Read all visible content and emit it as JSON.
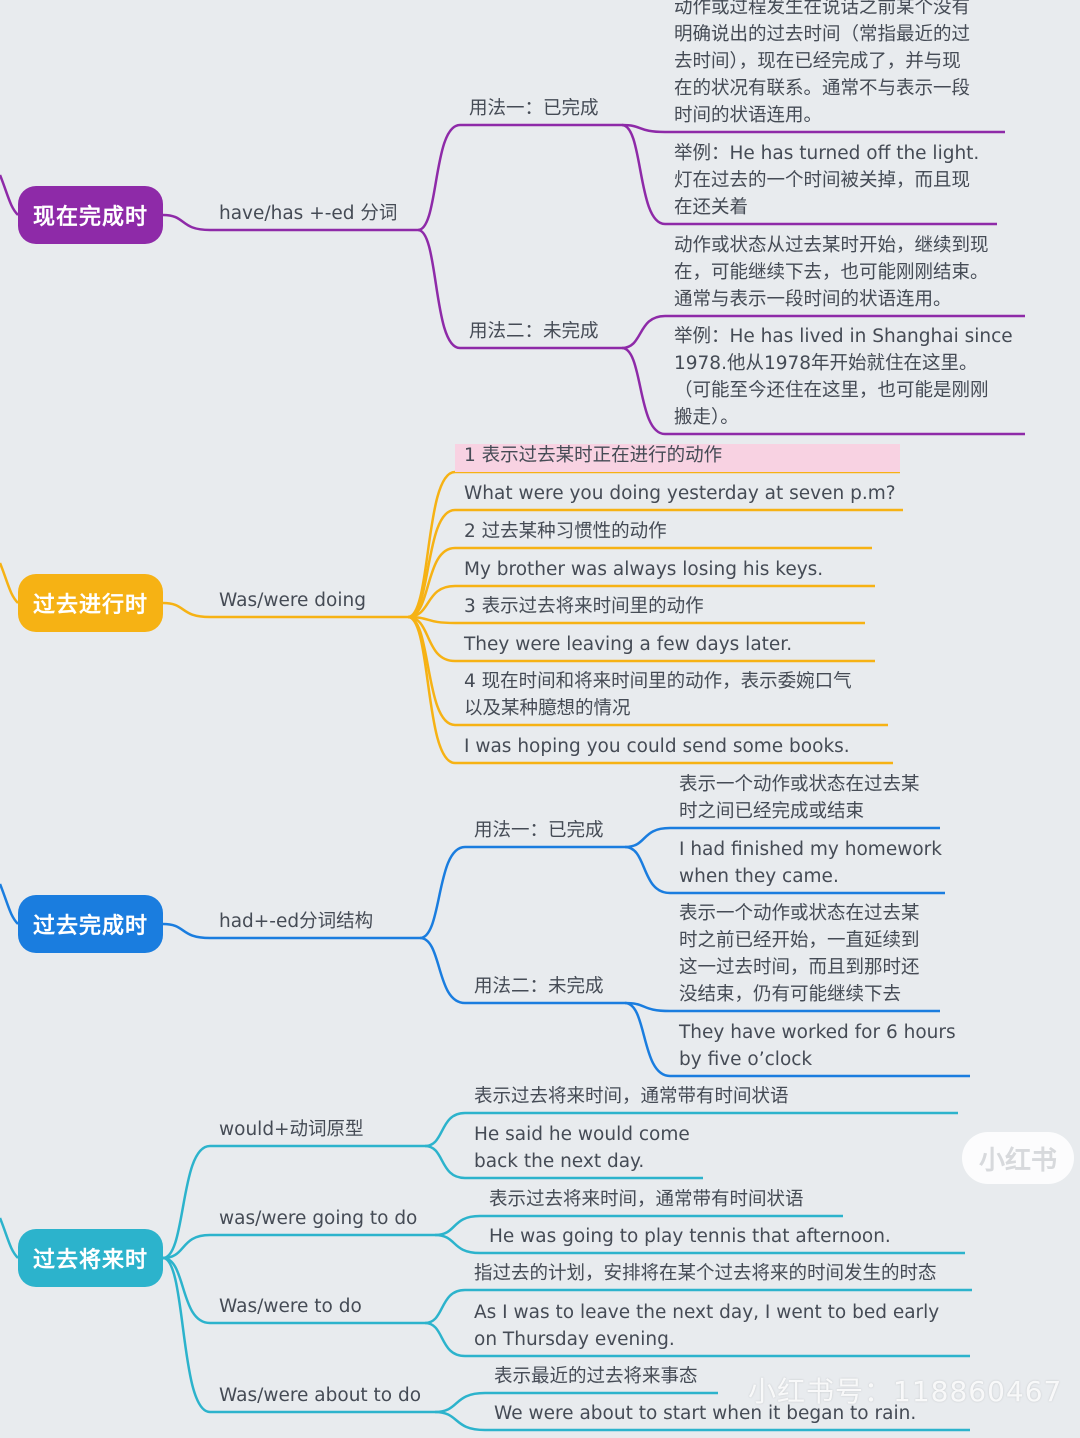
{
  "tenses": [
    {
      "label": "现在完成时",
      "color": "#8e2aa8",
      "forms": [
        {
          "label": "have/has +-ed 分词",
          "usages": [
            {
              "label": "用法一：已完成",
              "items": [
                "动作或过程发生在说话之前某个没有\n明确说出的过去时间（常指最近的过\n去时间），现在已经完成了，并与现\n在的状况有联系。通常不与表示一段\n时间的状语连用。",
                "举例：He has turned off the light.\n灯在过去的一个时间被关掉，而且现\n在还关着"
              ]
            },
            {
              "label": "用法二：未完成",
              "items": [
                "动作或状态从过去某时开始，继续到现\n在，可能继续下去，也可能刚刚结束。\n通常与表示一段时间的状语连用。",
                "举例：He has lived in Shanghai since\n1978.他从1978年开始就住在这里。\n（可能至今还住在这里，也可能是刚刚\n搬走）。"
              ]
            }
          ]
        }
      ]
    },
    {
      "label": "过去进行时",
      "color": "#f6b214",
      "forms": [
        {
          "label": "Was/were doing",
          "items": [
            "1 表示过去某时正在进行的动作",
            "What were you doing yesterday at seven p.m?",
            "2 过去某种习惯性的动作",
            "My brother was  always losing his keys.",
            "3 表示过去将来时间里的动作",
            "They were leaving a few days later.",
            "4 现在时间和将来时间里的动作，表示委婉口气\n以及某种臆想的情况",
            "I was hoping you could send some books."
          ]
        }
      ]
    },
    {
      "label": "过去完成时",
      "color": "#1a7ddf",
      "forms": [
        {
          "label": "had+-ed分词结构",
          "usages": [
            {
              "label": "用法一：已完成",
              "items": [
                "表示一个动作或状态在过去某\n时之间已经完成或结束",
                "I had finished my homework\nwhen they came."
              ]
            },
            {
              "label": "用法二：未完成",
              "items": [
                "表示一个动作或状态在过去某\n时之前已经开始，一直延续到\n这一过去时间，而且到那时还\n没结束，仍有可能继续下去",
                "They have worked for 6 hours\nby five o’clock"
              ]
            }
          ]
        }
      ]
    },
    {
      "label": "过去将来时",
      "color": "#2cb3cc",
      "forms": [
        {
          "label": "would+动词原型",
          "items": [
            "表示过去将来时间，通常带有时间状语",
            "He said he would come\nback the next day."
          ]
        },
        {
          "label": "was/were going to do",
          "items": [
            "表示过去将来时间，通常带有时间状语",
            "He was going to play tennis that afternoon."
          ]
        },
        {
          "label": "Was/were to do",
          "items": [
            "指过去的计划，安排将在某个过去将来的时间发生的时态",
            "As I was to leave the next day, I went to bed  early\non Thursday evening."
          ]
        },
        {
          "label": "Was/were about to do",
          "items": [
            "表示最近的过去将来事态",
            "We were about to start when it began to rain."
          ]
        }
      ]
    }
  ],
  "watermark": {
    "badge": "小红书",
    "account": "小红书号：118860467"
  }
}
